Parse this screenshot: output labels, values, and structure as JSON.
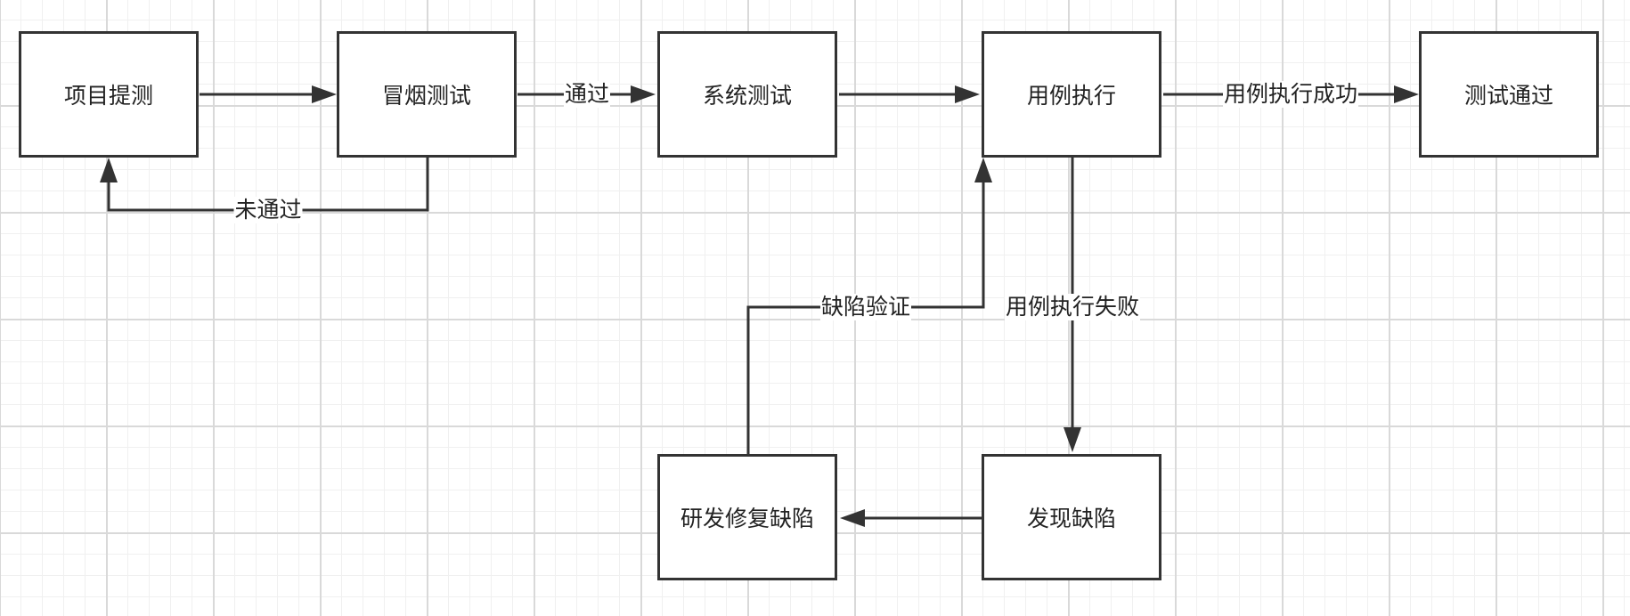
{
  "nodes": {
    "project_submit": "项目提测",
    "smoke_test": "冒烟测试",
    "system_test": "系统测试",
    "case_execution": "用例执行",
    "test_passed": "测试通过",
    "defect_found": "发现缺陷",
    "dev_fix_defect": "研发修复缺陷"
  },
  "edges": {
    "smoke_fail": "未通过",
    "smoke_pass": "通过",
    "case_success": "用例执行成功",
    "case_fail": "用例执行失败",
    "defect_verify": "缺陷验证"
  },
  "colors": {
    "line": "#333333",
    "grid_major": "#d9d9d9",
    "grid_minor": "#f0f0f0"
  }
}
